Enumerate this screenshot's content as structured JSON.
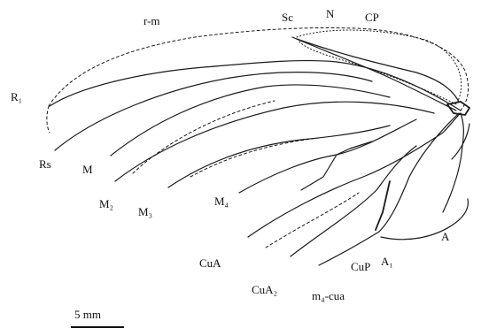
{
  "labels": {
    "r_m": "r-m",
    "sc": "Sc",
    "n": "N",
    "cp": "CP",
    "r1": "R₁",
    "rs": "Rs",
    "m": "M",
    "m2": "M₂",
    "m3": "M₃",
    "m4": "M₄",
    "cua": "CuA",
    "cua2": "CuA₂",
    "cup": "CuP",
    "a1": "A₁",
    "a": "A",
    "m4_cua": "m₄-cua"
  },
  "scale_bar": {
    "label": "5 mm"
  }
}
